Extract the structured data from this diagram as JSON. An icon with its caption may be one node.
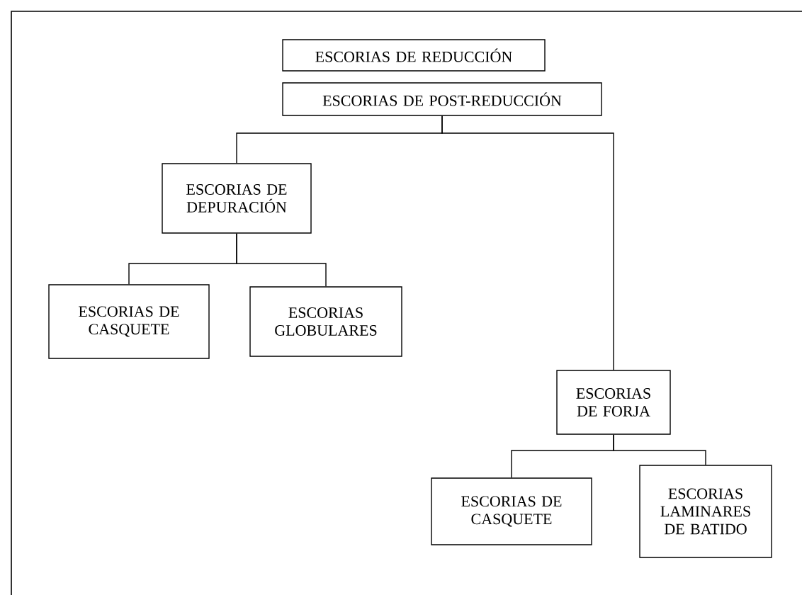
{
  "diagram": {
    "nodes": [
      {
        "text": [
          "ESCORIAS DE REDUCCIÓN"
        ]
      },
      {
        "text": [
          "ESCORIAS DE POST-REDUCCIÓN"
        ]
      },
      {
        "text": [
          "ESCORIAS DE DEPURACIÓN"
        ]
      },
      {
        "text": [
          "ESCORIAS DE CASQUETE"
        ]
      },
      {
        "text": [
          "ESCORIAS GLOBULARES"
        ]
      },
      {
        "text": [
          "ESCORIAS DE FORJA"
        ]
      },
      {
        "text": [
          "ESCORIAS DE CASQUETE"
        ]
      },
      {
        "text": [
          "ESCORIAS LAMINARES DE BATIDO"
        ]
      }
    ],
    "edges": [
      {
        "from": 1,
        "to": 2,
        "arrow": "none"
      },
      {
        "from": 1,
        "to": 5,
        "arrow": "none"
      },
      {
        "from": 2,
        "to": 3,
        "arrow": "none"
      },
      {
        "from": 2,
        "to": 4,
        "arrow": "none"
      },
      {
        "from": 5,
        "to": 6,
        "arrow": "none"
      },
      {
        "from": 5,
        "to": 7,
        "arrow": "none"
      }
    ]
  }
}
